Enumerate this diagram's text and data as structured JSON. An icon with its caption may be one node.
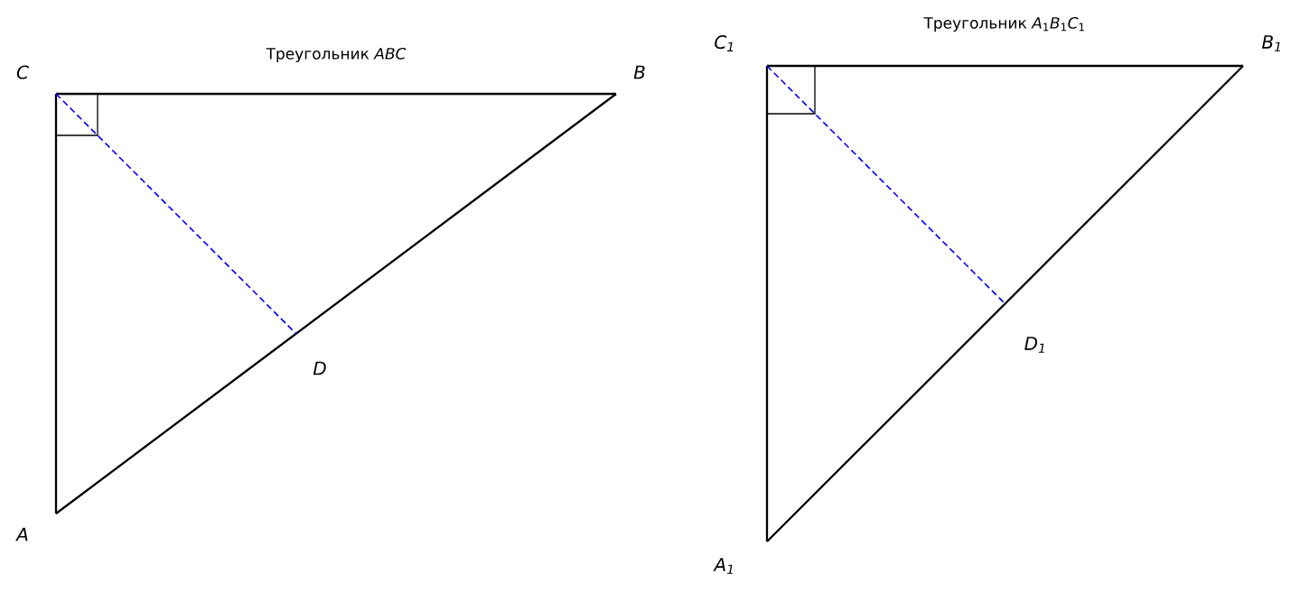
{
  "diagram": {
    "nodes": [
      {
        "text": [
          "C"
        ]
      },
      {
        "text": [
          "B"
        ]
      },
      {
        "text": [
          "D"
        ]
      },
      {
        "text": [
          "A"
        ]
      },
      {
        "text": [
          "*C*$_{1}$"
        ]
      },
      {
        "text": [
          "*B*$_{1}$"
        ]
      },
      {
        "text": [
          "*D*$_{1}$"
        ]
      },
      {
        "text": [
          "*A*$_{1}$"
        ]
      }
    ],
    "edges": [
      {
        "from": 0,
        "to": 1,
        "arrow": "none"
      },
      {
        "from": 1,
        "to": 3,
        "arrow": "none"
      },
      {
        "from": 3,
        "to": 0,
        "arrow": "none"
      },
      {
        "from": 0,
        "to": 2,
        "arrow": "none",
        "style": "dashed",
        "color": "#0000ff"
      },
      {
        "from": 4,
        "to": 5,
        "arrow": "none"
      },
      {
        "from": 5,
        "to": 7,
        "arrow": "none"
      },
      {
        "from": 7,
        "to": 4,
        "arrow": "none"
      },
      {
        "from": 4,
        "to": 6,
        "arrow": "none",
        "style": "dashed",
        "color": "#0000ff"
      }
    ],
    "labels": [
      "Треугольник *ABC*",
      "Треугольник *A*$_{1}$*B*$_{1}$*C*$_{1}$"
    ]
  }
}
